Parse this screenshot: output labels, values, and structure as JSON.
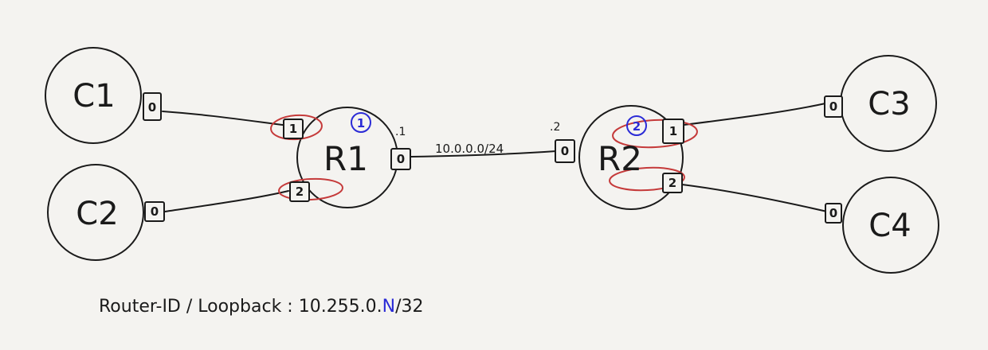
{
  "clients": [
    {
      "id": "c1",
      "label": "C1",
      "port": "0"
    },
    {
      "id": "c2",
      "label": "C2",
      "port": "0"
    },
    {
      "id": "c3",
      "label": "C3",
      "port": "0"
    },
    {
      "id": "c4",
      "label": "C4",
      "port": "0"
    }
  ],
  "routers": [
    {
      "id": "r1",
      "label": "R1",
      "router_id": "1",
      "ports": {
        "p0": "0",
        "p1": "1",
        "p2": "2"
      },
      "addr": ".1"
    },
    {
      "id": "r2",
      "label": "R2",
      "router_id": "2",
      "ports": {
        "p0": "0",
        "p1": "1",
        "p2": "2"
      },
      "addr": ".2"
    }
  ],
  "link": {
    "network": "10.0.0.0/24"
  },
  "footer": {
    "prefix": "Router-ID / Loopback : 10.255.0.",
    "variable": "N",
    "suffix": "/32"
  },
  "colors": {
    "ink": "#1a1a1a",
    "highlight": "#c53a3a",
    "router_id": "#2b2bd6",
    "background": "#f4f3f0"
  }
}
